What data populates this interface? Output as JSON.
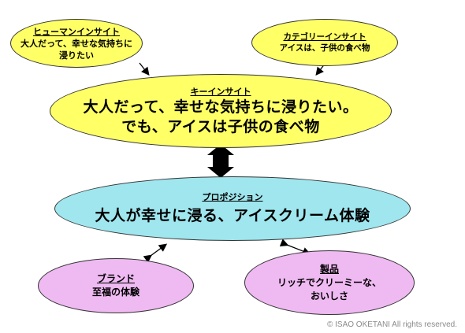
{
  "nodes": {
    "human_insight": {
      "title": "ヒューマンインサイト",
      "line1": "大人だって、幸せな気持ちに",
      "line2": "浸りたい"
    },
    "category_insight": {
      "title": "カテゴリーインサイト",
      "line1": "アイスは、子供の食べ物"
    },
    "key_insight": {
      "title": "キーインサイト",
      "line1": "大人だって、幸せな気持ちに浸りたい。",
      "line2": "でも、アイスは子供の食べ物"
    },
    "proposition": {
      "title": "プロポジション",
      "line1": "大人が幸せに浸る、アイスクリーム体験"
    },
    "brand": {
      "title": "ブランド",
      "line1": "至福の体験"
    },
    "product": {
      "title": "製品",
      "line1": "リッチでクリーミーな、",
      "line2": "おいしさ"
    }
  },
  "footer": {
    "copyright": "© ISAO OKETANI All rights reserved."
  },
  "colors": {
    "insight": "#ffff66",
    "proposition": "#9fe6ee",
    "output": "#efb9f2",
    "outline": "#333333"
  }
}
